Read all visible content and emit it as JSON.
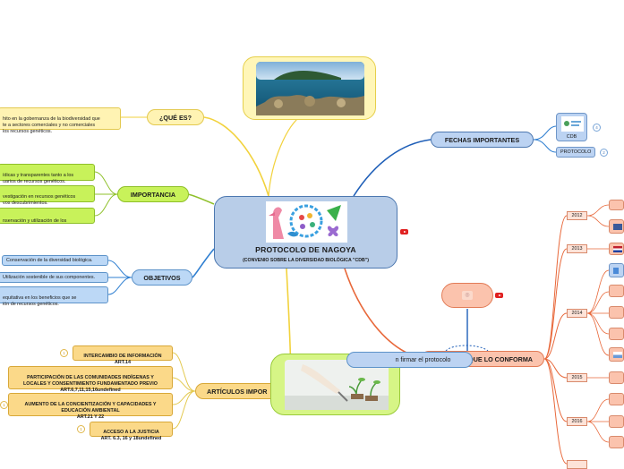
{
  "central": {
    "title": "PROTOCOLO DE NAGOYA",
    "subtitle": "(CONVENIO SOBRE LA DIVERSIDAD BIOLÓGICA \"CDB\")"
  },
  "que_es": {
    "label": "¿QUÉ ES?",
    "text": "hito en la gobernanza de la biodiversidad que\nte a sectores comerciales y no comerciales\nlos recursos genéticos."
  },
  "importancia": {
    "label": "IMPORTANCIA",
    "items": [
      "ídicas y transparentes tanto a los\nuarios de recursos genéticos.",
      "vestigación en recursos genéticos\nvos descubrimientos.",
      "nservación y utilización de los"
    ]
  },
  "objetivos": {
    "label": "OBJETIVOS",
    "items": [
      "Conservación de la diversidad biológica.",
      "Utilización sostenible de sus componentes.",
      "equitativa en los beneficios que se\nión de recursos genéticos."
    ]
  },
  "articulos": {
    "label": "ARTÍCULOS IMPOR",
    "items": [
      "INTERCAMBIO DE INFORMACIÓN\nART.14",
      "PARTICIPACIÓN DE LAS COMUNIDADES INDÍGENAS Y\nLOCALES Y CONSENTIMIENTO FUNDAMENTADO PREVIO\nART.6,7,11,15,16undefined",
      "AUMENTO DE LA CONCIENTIZACIÓN Y CAPACIDADES Y\nEDUCACIÓN AMBIENTAL\nART.21 Y 22",
      "ACCESO A LA JUSTICIA\nART. 6.3, 16 y 18undefined"
    ],
    "badges": [
      "1",
      "1",
      "1"
    ]
  },
  "fechas": {
    "label": "FECHAS IMPORTANTES",
    "items": [
      "CDB",
      "PROTOCOLO"
    ],
    "badges": [
      "4",
      "2"
    ]
  },
  "conforma": {
    "label": "QUE LO CONFORMA",
    "floating_label": "n firmar el protocolo",
    "years": [
      "2012",
      "2013",
      "2014",
      "2015",
      "2016"
    ]
  },
  "colors": {
    "yellow_line": "#f2d23c",
    "green_line": "#8fc02a",
    "blue_line": "#2f7fd1",
    "dark_blue_line": "#1f5fb8",
    "orange_line": "#e8683a",
    "youtube": "#e02020"
  }
}
